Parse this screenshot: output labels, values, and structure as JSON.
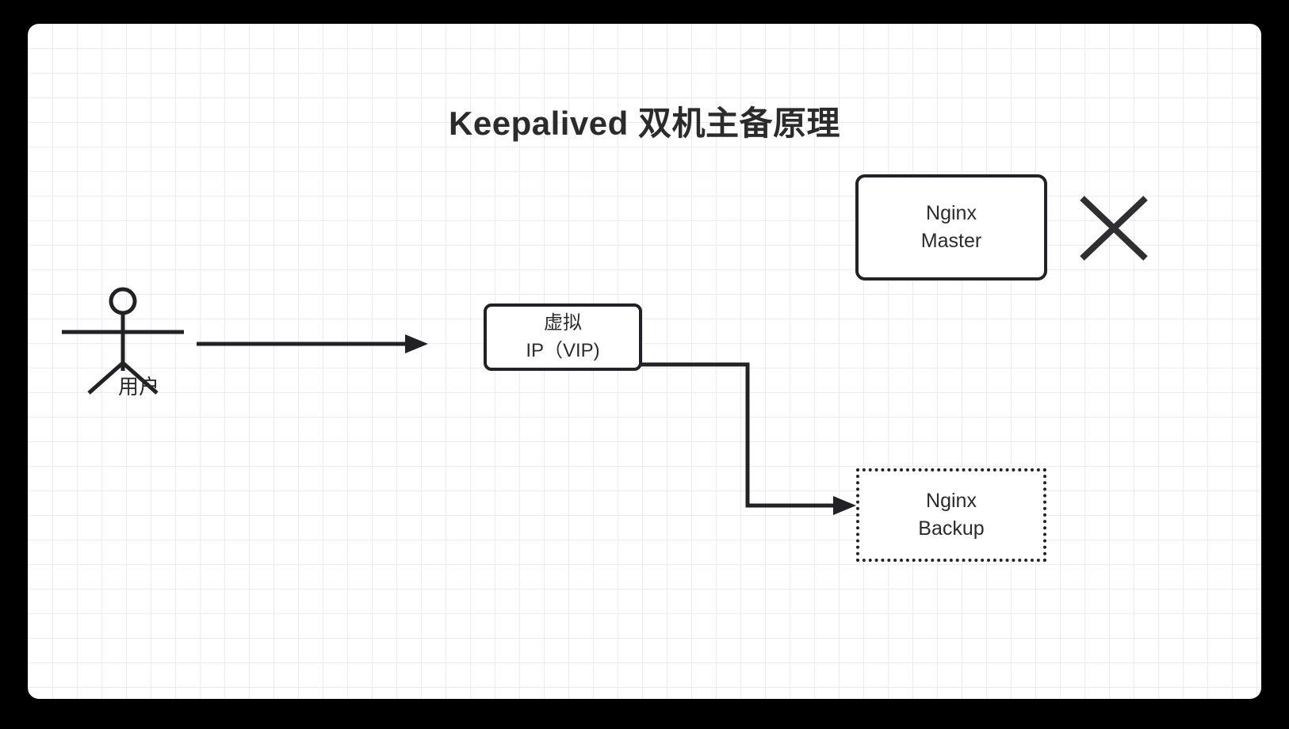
{
  "canvas": {
    "title": "Keepalived 双机主备原理",
    "background_color": "#ffffff",
    "grid_color": "#ececec",
    "outer_background": "#000000",
    "stroke_color": "#222226"
  },
  "actor": {
    "name": "user-actor",
    "label": "用户"
  },
  "nodes": {
    "vip": {
      "line1": "虚拟",
      "line2": "IP（VIP)",
      "border_style": "solid-rounded"
    },
    "master": {
      "line1": "Nginx",
      "line2": "Master",
      "border_style": "solid-rounded"
    },
    "backup": {
      "line1": "Nginx",
      "line2": "Backup",
      "border_style": "dotted"
    }
  },
  "markers": {
    "failure_cross": "x-cross-mark"
  },
  "connectors": [
    {
      "name": "user-to-vip",
      "from": "user-actor",
      "to": "vip",
      "style": "straight-arrow"
    },
    {
      "name": "vip-to-backup",
      "from": "vip",
      "to": "backup",
      "style": "elbow-arrow"
    }
  ]
}
